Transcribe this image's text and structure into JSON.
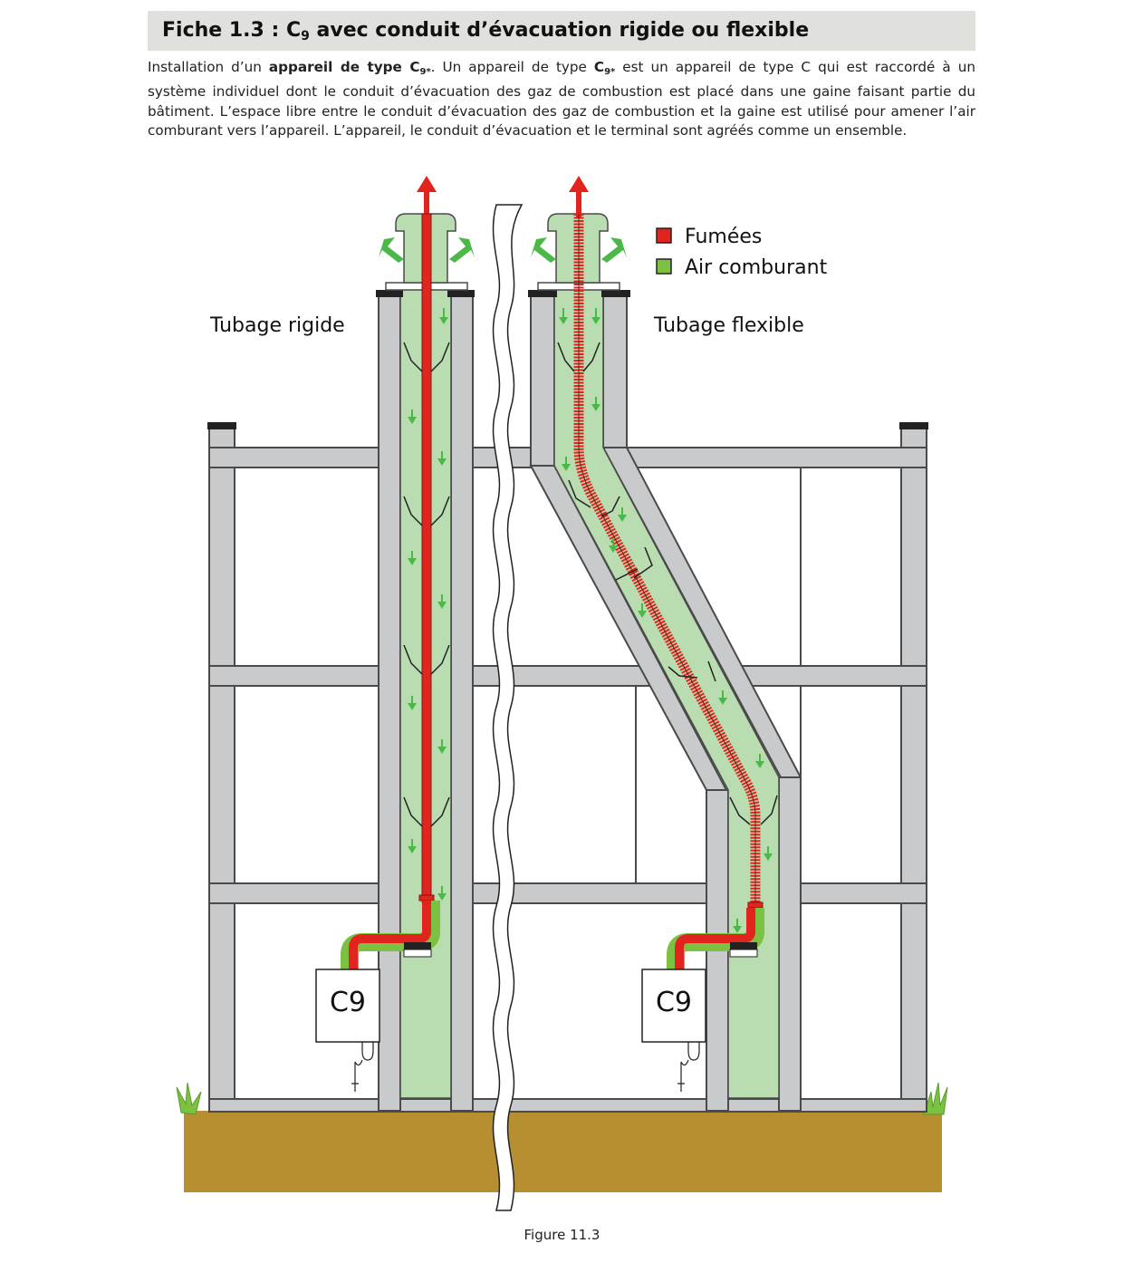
{
  "title": {
    "prefix": "Fiche 1.3 : C",
    "sub": "9",
    "suffix": " avec conduit d’évacuation rigide ou flexible"
  },
  "intro": {
    "t1": "Installation d’un ",
    "b1": "appareil de type C",
    "s1": "9*",
    "t2": ". Un appareil de type ",
    "b2": "C",
    "s2": "9*",
    "t3": " est un appareil de type C qui est raccordé à un système individuel dont le conduit d’évacuation des gaz de combustion est placé dans une gaine faisant partie du bâtiment. L’espace libre entre le conduit d’évacuation des gaz de combustion et la gaine est utilisé pour amener l’air comburant vers l’appareil. L’appareil, le conduit d’évacuation et le terminal sont agréés comme un ensemble."
  },
  "diagram": {
    "label_left": "Tubage rigide",
    "label_right": "Tubage flexible",
    "appliance_left": "C9",
    "appliance_right": "C9",
    "legend": [
      {
        "label": "Fumées",
        "color": "#e2241f"
      },
      {
        "label": "Air comburant",
        "color": "#7cc142"
      }
    ],
    "colors": {
      "wall": "#c9cacc",
      "wall_stroke": "#4a4a4a",
      "air": "#b9ddb1",
      "flue": "#e2241f",
      "arrow_green": "#4cb848",
      "ground": "#b58f31"
    }
  },
  "caption": "Figure 11.3"
}
